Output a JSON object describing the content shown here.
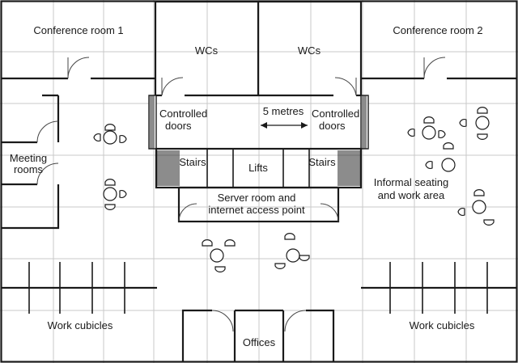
{
  "labels": {
    "conference_room_1": "Conference room 1",
    "conference_room_2": "Conference room 2",
    "wcs_left": "WCs",
    "wcs_right": "WCs",
    "controlled_doors_left_1": "Controlled",
    "controlled_doors_left_2": "doors",
    "controlled_doors_right_1": "Controlled",
    "controlled_doors_right_2": "doors",
    "scale": "5 metres",
    "meeting_rooms_1": "Meeting",
    "meeting_rooms_2": "rooms",
    "stairs_left": "Stairs",
    "lifts": "Lifts",
    "stairs_right": "Stairs",
    "informal_1": "Informal seating",
    "informal_2": "and work area",
    "server_1": "Server room and",
    "server_2": "internet access point",
    "work_cubicles_left": "Work cubicles",
    "work_cubicles_right": "Work cubicles",
    "offices": "Offices"
  }
}
